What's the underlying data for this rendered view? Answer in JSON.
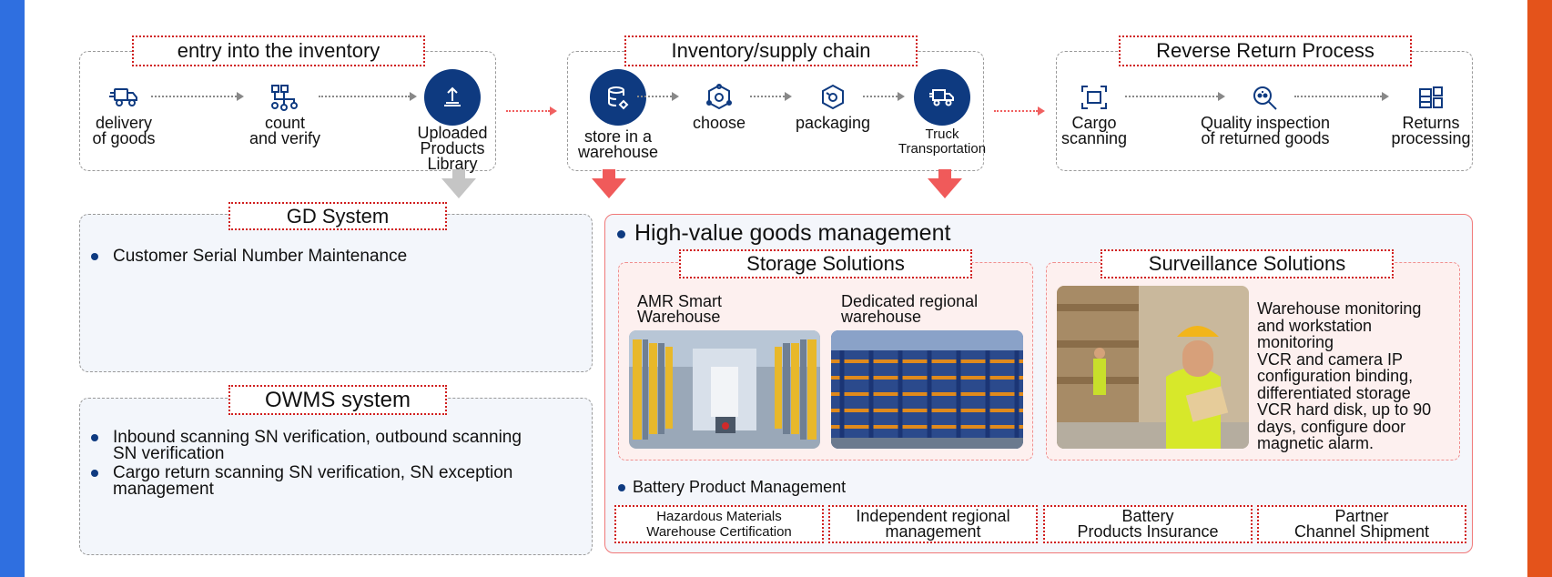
{
  "process": {
    "entry": {
      "title": "entry into the inventory",
      "steps": [
        {
          "label": "delivery\nof goods",
          "icon": "delivery-truck-icon"
        },
        {
          "label": "count\nand verify",
          "icon": "flow-check-icon"
        },
        {
          "label": "Uploaded\nProducts\nLibrary",
          "icon": "upload-icon"
        }
      ]
    },
    "inventory": {
      "title": "Inventory/supply chain",
      "steps": [
        {
          "label": "store in a\nwarehouse",
          "icon": "database-icon"
        },
        {
          "label": "choose",
          "icon": "hexagon-node-icon"
        },
        {
          "label": "packaging",
          "icon": "package-hexagon-icon"
        },
        {
          "label": "Truck\nTransportation",
          "icon": "truck-icon"
        }
      ]
    },
    "reverse": {
      "title": "Reverse Return Process",
      "steps": [
        {
          "label": "Cargo\nscanning",
          "icon": "scan-frame-icon"
        },
        {
          "label": "Quality inspection\nof returned goods",
          "icon": "magnifier-icon"
        },
        {
          "label": "Returns\nprocessing",
          "icon": "grid-process-icon"
        }
      ]
    }
  },
  "gd_system": {
    "title": "GD System",
    "items": [
      "Customer Serial Number Maintenance"
    ]
  },
  "owms_system": {
    "title": "OWMS system",
    "items": [
      "Inbound scanning SN verification, outbound scanning\nSN verification",
      "Cargo return scanning SN verification, SN exception\nmanagement"
    ]
  },
  "high_value": {
    "heading": "High-value goods management",
    "storage": {
      "title": "Storage Solutions",
      "options": [
        {
          "label": "AMR Smart\nWarehouse"
        },
        {
          "label": "Dedicated regional\nwarehouse"
        }
      ]
    },
    "surveillance": {
      "title": "Surveillance Solutions",
      "description": "Warehouse monitoring\nand workstation\nmonitoring\nVCR and camera IP\nconfiguration binding,\ndifferentiated storage\nVCR hard disk, up to 90\ndays, configure door\nmagnetic alarm."
    },
    "battery": {
      "heading": "Battery Product Management",
      "items": [
        "Hazardous Materials\nWarehouse Certification",
        "Independent regional\nmanagement",
        "Battery\nProducts Insurance",
        "Partner\nChannel Shipment"
      ]
    }
  },
  "colors": {
    "accent_blue": "#2f6fe0",
    "accent_orange": "#e4531b",
    "navy": "#0e3a80",
    "dotted_red": "#d01f1f",
    "arrow_red": "#f05a5a"
  }
}
